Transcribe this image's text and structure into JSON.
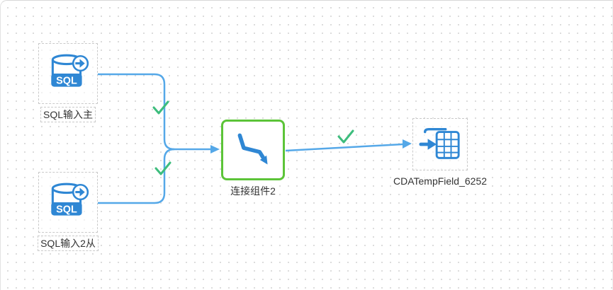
{
  "app": {
    "name": "etl-flow-canvas"
  },
  "canvas": {
    "background": "#ffffff",
    "grid_dot_color": "#d9d9d9"
  },
  "colors": {
    "connection_line": "#55a8e8",
    "success_check": "#3dbd7d",
    "join_node_border": "#5cc438",
    "icon_blue": "#2f87d4",
    "label_text": "#333333",
    "selection_dash": "#c9c9c9"
  },
  "nodes": [
    {
      "id": "sql-input-main",
      "type": "sql-input",
      "label": "SQL输入主",
      "icon": "sql-database-icon",
      "selected": true
    },
    {
      "id": "sql-input-secondary",
      "type": "sql-input",
      "label": "SQL输入2从",
      "icon": "sql-database-icon",
      "selected": true
    },
    {
      "id": "join-component",
      "type": "join",
      "label": "连接组件2",
      "icon": "join-arrow-icon",
      "selected": false
    },
    {
      "id": "temp-field-output",
      "type": "table-output",
      "label": "CDATempField_6252",
      "icon": "table-output-icon",
      "selected": true
    }
  ],
  "icons": {
    "sql_badge_text": "SQL"
  },
  "connections": [
    {
      "from": "SQL输入主",
      "to": "连接组件2",
      "status": "valid"
    },
    {
      "from": "SQL输入2从",
      "to": "连接组件2",
      "status": "valid"
    },
    {
      "from": "连接组件2",
      "to": "CDATempField_6252",
      "status": "valid"
    }
  ]
}
